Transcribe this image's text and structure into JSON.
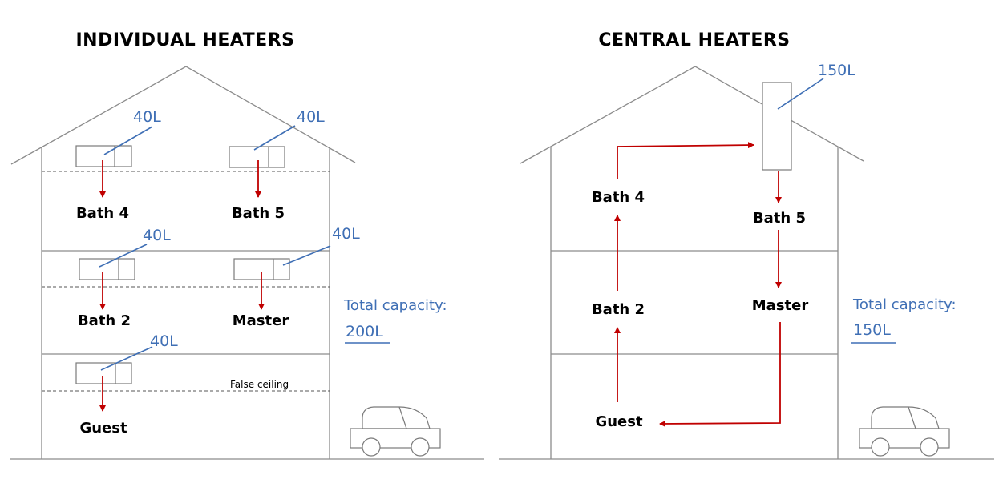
{
  "individual": {
    "title": "INDIVIDUAL HEATERS",
    "rooms": {
      "bath4": "Bath 4",
      "bath5": "Bath 5",
      "bath2": "Bath 2",
      "master": "Master",
      "guest": "Guest"
    },
    "heater_labels": {
      "bath4": "40L",
      "bath5": "40L",
      "bath2": "40L",
      "master": "40L",
      "guest": "40L"
    },
    "false_ceiling": "False ceiling",
    "total_label": "Total capacity:",
    "total_value": "200L"
  },
  "central": {
    "title": "CENTRAL HEATERS",
    "heater_label": "150L",
    "rooms": {
      "bath4": "Bath 4",
      "bath5": "Bath 5",
      "bath2": "Bath 2",
      "master": "Master",
      "guest": "Guest"
    },
    "total_label": "Total capacity:",
    "total_value": "150L"
  },
  "colors": {
    "pipe": "#c00000",
    "annotation": "#3f6fb5",
    "structure": "#8c8c8c"
  }
}
